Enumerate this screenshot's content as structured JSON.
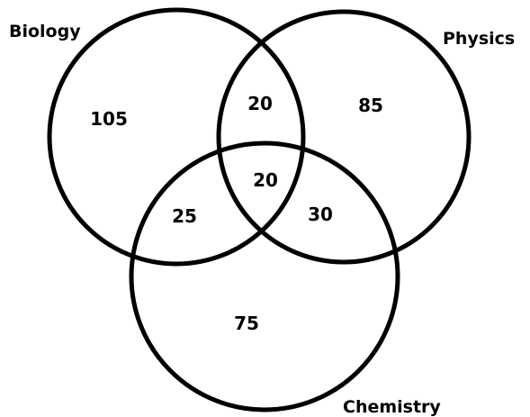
{
  "sets": [
    {
      "name": "Biology"
    },
    {
      "name": "Physics"
    },
    {
      "name": "Chemistry"
    }
  ],
  "regions": {
    "biology_only": "105",
    "physics_only": "85",
    "chemistry_only": "75",
    "biology_physics": "20",
    "biology_chemistry": "25",
    "physics_chemistry": "30",
    "all_three": "20"
  },
  "colors": {
    "stroke": "#000000",
    "text": "#000000",
    "background": "#ffffff"
  }
}
